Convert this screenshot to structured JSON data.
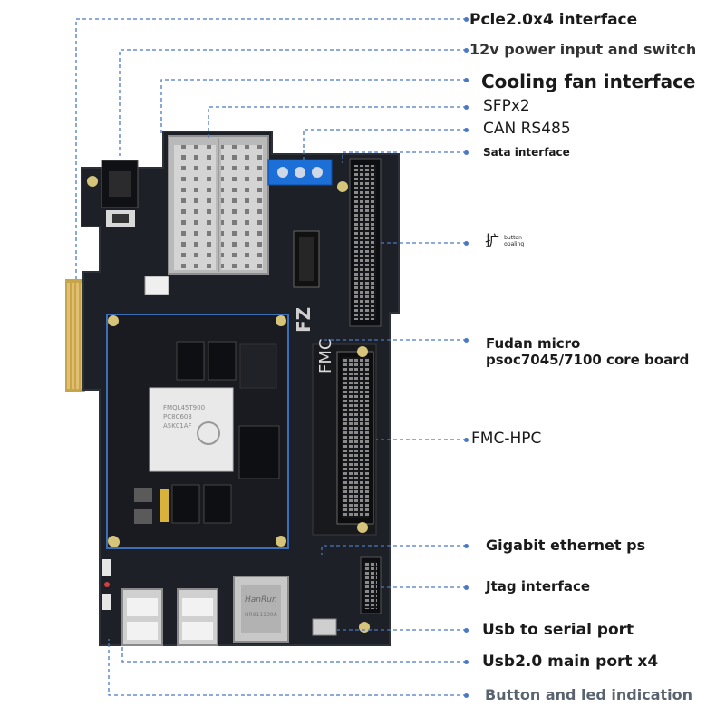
{
  "labels": {
    "pcie": "Pcle2.0x4 interface",
    "power": "12v power input and switch",
    "fan": "Cooling fan interface",
    "sfp": "SFPx2",
    "can": "CAN RS485",
    "sata": "Sata interface",
    "expand": "扩",
    "expand_small_1": "button",
    "expand_small_2": "opaling",
    "core_1": "Fudan micro",
    "core_2": "psoc7045/7100 core board",
    "fmc": "FMC-HPC",
    "eth": "Gigabit ethernet ps",
    "jtag": "Jtag interface",
    "usb_serial": "Usb to serial port",
    "usb_main": "Usb2.0 main port x4",
    "button": "Button and led indication"
  },
  "board": {
    "chip_text": [
      "FMQL45T900",
      "PC8C603",
      "A5K01AF"
    ],
    "rj45_brand": "HanRun",
    "rj45_part": "HR911130A",
    "fmc_logo": "FMC",
    "brand_logo": "FZ"
  },
  "colors": {
    "pcb": "#1d2026",
    "pcb_edge": "#2c3038",
    "core_board": "#191b20",
    "core_outline": "#3d6fb8",
    "leader": "#4a78c4",
    "gold": "#c9a54a",
    "silver": "#c8c8c8",
    "terminal_blue": "#1d6fd8"
  }
}
